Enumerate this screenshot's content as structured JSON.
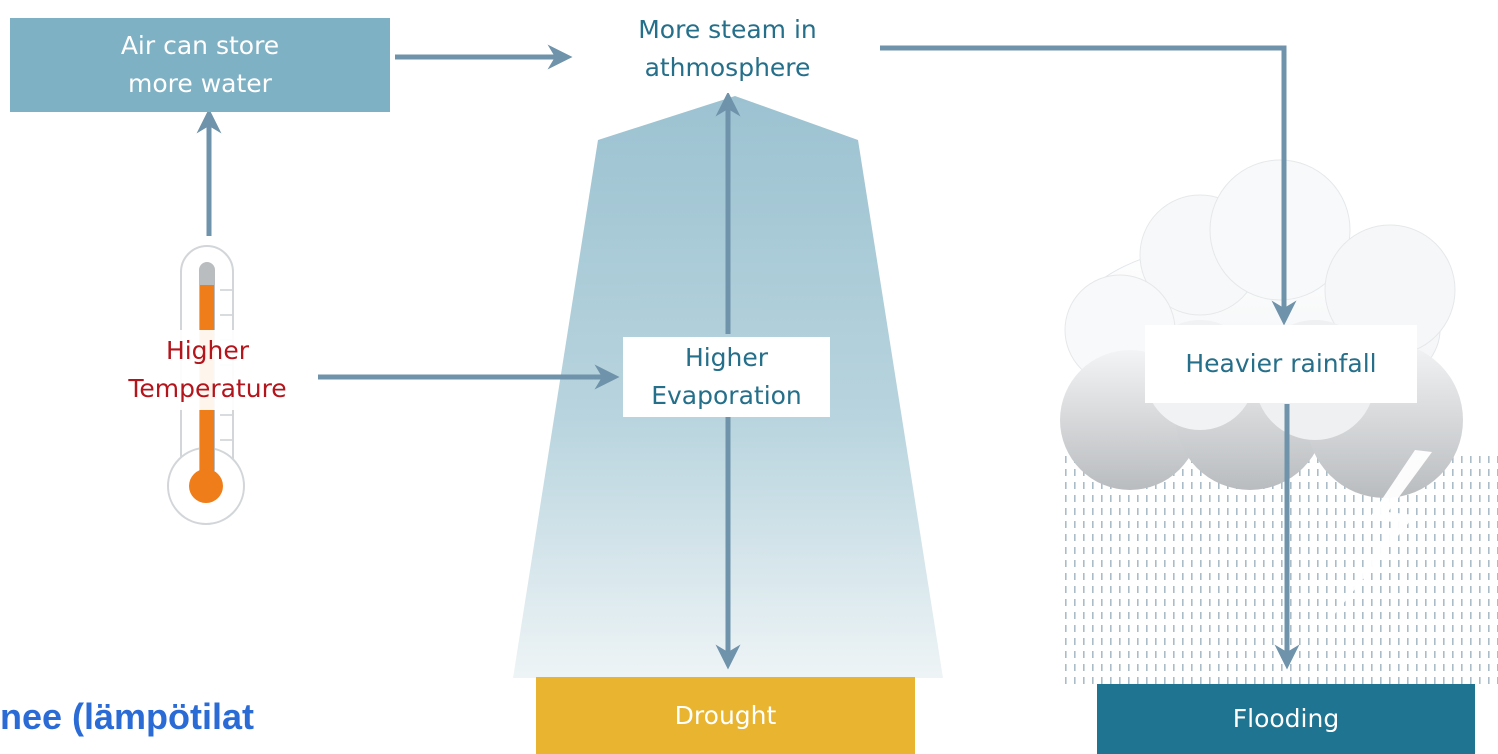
{
  "nodes": {
    "air_can_store": {
      "lines": [
        "Air can store",
        "more water"
      ]
    },
    "more_steam": {
      "lines": [
        "More steam in",
        "athmosphere"
      ]
    },
    "higher_temperature": {
      "lines": [
        "Higher",
        "Temperature"
      ]
    },
    "higher_evaporation": {
      "lines": [
        "Higher",
        "Evaporation"
      ]
    },
    "heavier_rainfall": {
      "label": "Heavier rainfall"
    },
    "drought": {
      "label": "Drought"
    },
    "flooding": {
      "label": "Flooding"
    }
  },
  "caption": "nee (lämpötilat",
  "icons": {
    "thermometer": "thermometer-icon",
    "cloud": "rain-cloud-icon",
    "lightning": "lightning-icon"
  },
  "colors": {
    "box_blue": "#7fb1c4",
    "arrow": "#6f93aa",
    "text_teal": "#256f8a",
    "temperature_red": "#b3151c",
    "drought_yellow": "#e9b530",
    "flooding_teal": "#1e7491",
    "mercury": "#ef7d1a",
    "caption_blue": "#2a6bd6"
  }
}
